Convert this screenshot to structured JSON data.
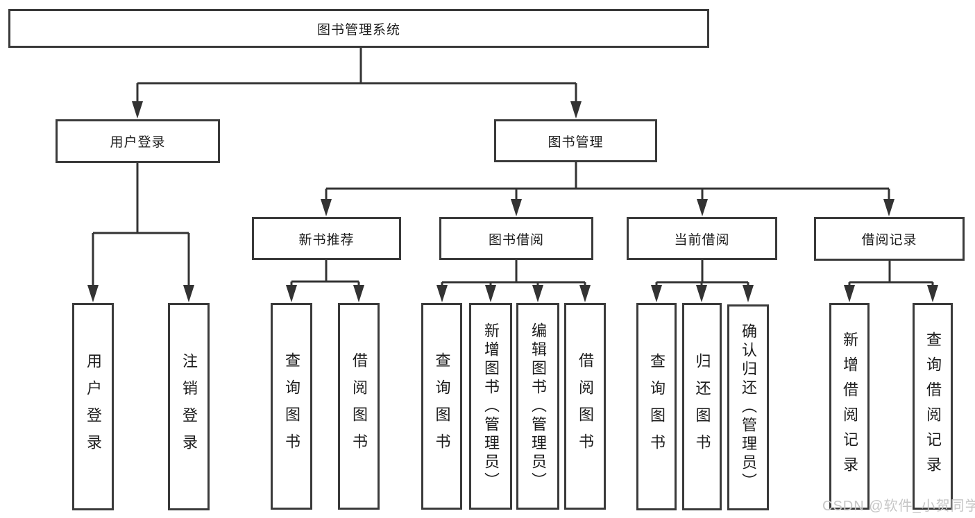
{
  "tree": {
    "label": "图书管理系统",
    "children": [
      {
        "label": "用户登录",
        "children": [
          {
            "label": "用户登录"
          },
          {
            "label": "注销登录"
          }
        ]
      },
      {
        "label": "图书管理",
        "children": [
          {
            "label": "新书推荐",
            "children": [
              {
                "label": "查询图书"
              },
              {
                "label": "借阅图书"
              }
            ]
          },
          {
            "label": "图书借阅",
            "children": [
              {
                "label": "查询图书"
              },
              {
                "label": "新增图书（管理员）"
              },
              {
                "label": "编辑图书（管理员）"
              },
              {
                "label": "借阅图书"
              }
            ]
          },
          {
            "label": "当前借阅",
            "children": [
              {
                "label": "查询图书"
              },
              {
                "label": "归还图书"
              },
              {
                "label": "确认归还（管理员）"
              }
            ]
          },
          {
            "label": "借阅记录",
            "children": [
              {
                "label": "新增借阅记录"
              },
              {
                "label": "查询借阅记录"
              }
            ]
          }
        ]
      }
    ]
  },
  "watermark": "CSDN @软件_小贺同学",
  "colors": {
    "line": "#333333",
    "box_border": "#3a3a3a",
    "text": "#1c1c1c",
    "watermark": "#c6c6c6",
    "background": "#ffffff"
  }
}
